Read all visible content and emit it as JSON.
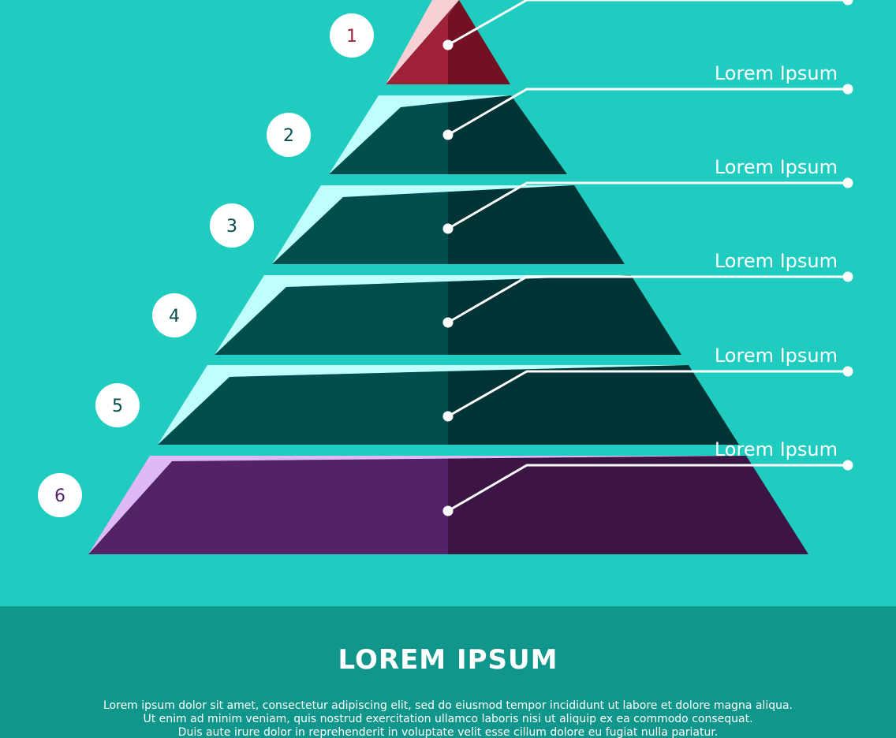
{
  "colors": {
    "background": "#20ccc0",
    "footer_background": "#10968a",
    "teal_left": "#024d4d",
    "teal_right": "#023435",
    "teal_highlight": "#c0fdfd",
    "red_left": "#a02238",
    "red_right": "#741024",
    "red_highlight": "#f7d0d6",
    "purple_left": "#55226a",
    "purple_right": "#3c1545",
    "purple_highlight": "#e0b8f4"
  },
  "pyramid": {
    "levels": [
      {
        "number": "1",
        "label": "",
        "color": "red"
      },
      {
        "number": "2",
        "label": "Lorem Ipsum",
        "color": "teal"
      },
      {
        "number": "3",
        "label": "Lorem Ipsum",
        "color": "teal"
      },
      {
        "number": "4",
        "label": "Lorem Ipsum",
        "color": "teal"
      },
      {
        "number": "5",
        "label": "Lorem Ipsum",
        "color": "teal"
      },
      {
        "number": "6",
        "label": "Lorem Ipsum",
        "color": "purple"
      }
    ]
  },
  "footer": {
    "heading": "LOREM IPSUM",
    "paragraph": [
      "Lorem ipsum dolor sit amet, consectetur adipiscing elit, sed do eiusmod tempor incididunt ut labore et dolore magna aliqua.",
      "Ut enim ad minim veniam, quis nostrud exercitation ullamco laboris nisi ut aliquip ex ea commodo consequat.",
      "Duis aute irure dolor in reprehenderit in voluptate velit esse cillum dolore eu fugiat nulla pariatur."
    ]
  }
}
